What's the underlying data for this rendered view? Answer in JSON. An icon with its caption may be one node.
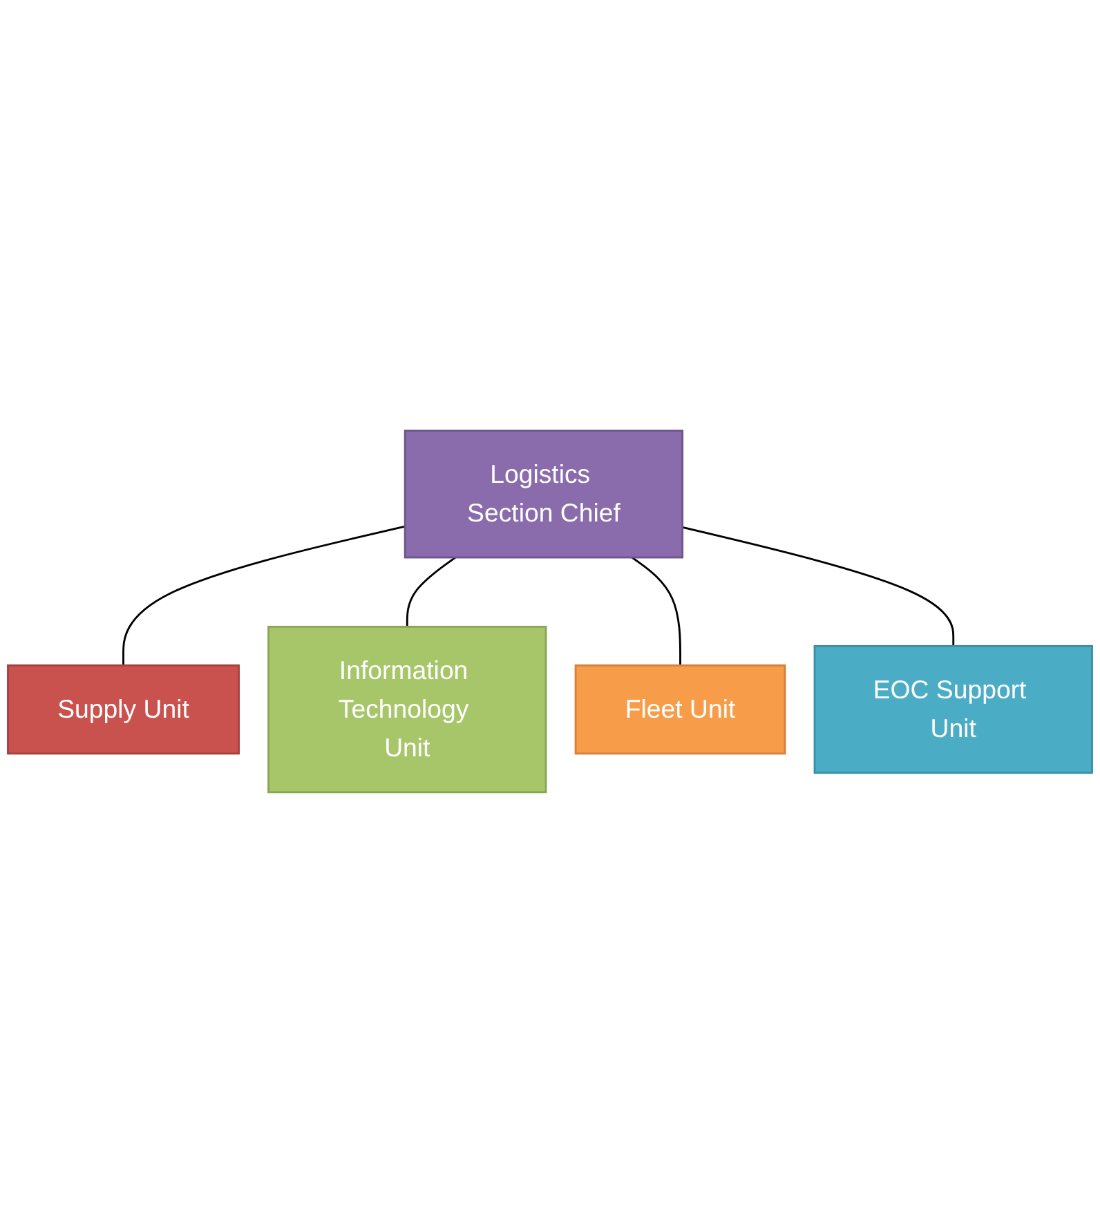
{
  "diagram": {
    "nodes": [
      {
        "text": [
          "Logistics Section Chief"
        ]
      },
      {
        "text": [
          "Supply Unit"
        ]
      },
      {
        "text": [
          "Information Technology Unit"
        ]
      },
      {
        "text": [
          "Fleet Unit"
        ]
      },
      {
        "text": [
          "EOC Support Unit"
        ]
      }
    ],
    "edges": [
      {
        "from": 0,
        "to": 1,
        "arrow": "none"
      },
      {
        "from": 0,
        "to": 2,
        "arrow": "none"
      },
      {
        "from": 0,
        "to": 3,
        "arrow": "none"
      },
      {
        "from": 0,
        "to": 4,
        "arrow": "none"
      }
    ]
  }
}
